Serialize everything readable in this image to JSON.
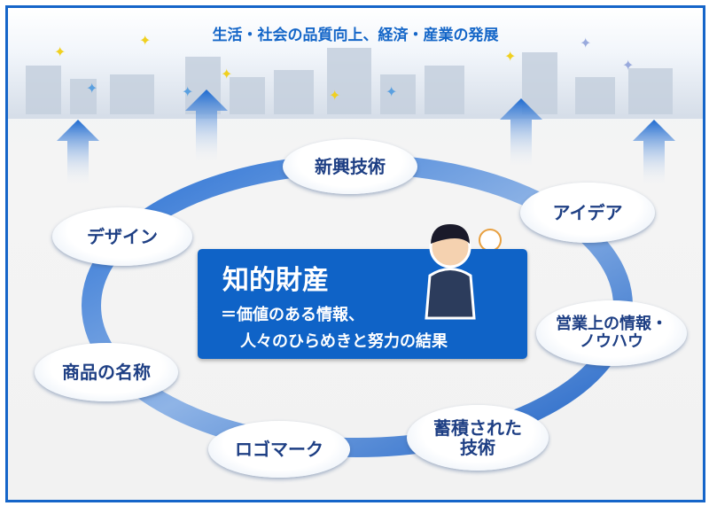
{
  "headline": "生活・社会の品質向上、経済・産業の発展",
  "center": {
    "title": "知的財産",
    "line1": "＝価値のある情報、",
    "line2": "人々のひらめきと努力の結果"
  },
  "items": [
    {
      "label": "新興技術"
    },
    {
      "label": "アイデア"
    },
    {
      "label": "営業上の情報・ノウハウ"
    },
    {
      "label": "蓄積された技術"
    },
    {
      "label": "ロゴマーク"
    },
    {
      "label": "商品の名称"
    },
    {
      "label": "デザイン"
    }
  ],
  "colors": {
    "accent": "#1565c9",
    "text": "#1e3f84"
  }
}
